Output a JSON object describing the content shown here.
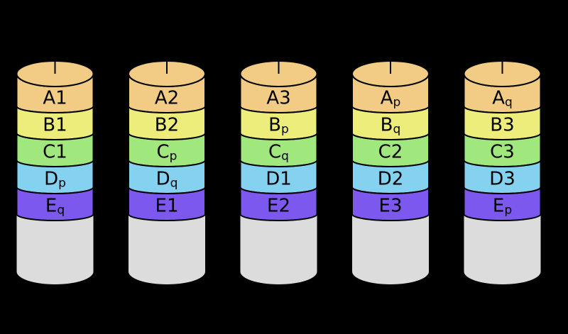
{
  "diagram": {
    "background_color": "#000000",
    "stroke_color": "#000000",
    "disk_body_color": "#DCDCDC",
    "row_colors": {
      "A": "#F2CC85",
      "B": "#EDED7B",
      "C": "#A0E87E",
      "D": "#85D2F0",
      "E": "#7D58EE"
    },
    "disks": [
      {
        "id": "disk-1",
        "stripes": [
          {
            "row": "A",
            "base": "A",
            "suffix": "1",
            "subscript": false,
            "label": "A1"
          },
          {
            "row": "B",
            "base": "B",
            "suffix": "1",
            "subscript": false,
            "label": "B1"
          },
          {
            "row": "C",
            "base": "C",
            "suffix": "1",
            "subscript": false,
            "label": "C1"
          },
          {
            "row": "D",
            "base": "D",
            "suffix": "p",
            "subscript": true,
            "label": "Dp"
          },
          {
            "row": "E",
            "base": "E",
            "suffix": "q",
            "subscript": true,
            "label": "Eq"
          }
        ]
      },
      {
        "id": "disk-2",
        "stripes": [
          {
            "row": "A",
            "base": "A",
            "suffix": "2",
            "subscript": false,
            "label": "A2"
          },
          {
            "row": "B",
            "base": "B",
            "suffix": "2",
            "subscript": false,
            "label": "B2"
          },
          {
            "row": "C",
            "base": "C",
            "suffix": "p",
            "subscript": true,
            "label": "Cp"
          },
          {
            "row": "D",
            "base": "D",
            "suffix": "q",
            "subscript": true,
            "label": "Dq"
          },
          {
            "row": "E",
            "base": "E",
            "suffix": "1",
            "subscript": false,
            "label": "E1"
          }
        ]
      },
      {
        "id": "disk-3",
        "stripes": [
          {
            "row": "A",
            "base": "A",
            "suffix": "3",
            "subscript": false,
            "label": "A3"
          },
          {
            "row": "B",
            "base": "B",
            "suffix": "p",
            "subscript": true,
            "label": "Bp"
          },
          {
            "row": "C",
            "base": "C",
            "suffix": "q",
            "subscript": true,
            "label": "Cq"
          },
          {
            "row": "D",
            "base": "D",
            "suffix": "1",
            "subscript": false,
            "label": "D1"
          },
          {
            "row": "E",
            "base": "E",
            "suffix": "2",
            "subscript": false,
            "label": "E2"
          }
        ]
      },
      {
        "id": "disk-4",
        "stripes": [
          {
            "row": "A",
            "base": "A",
            "suffix": "p",
            "subscript": true,
            "label": "Ap"
          },
          {
            "row": "B",
            "base": "B",
            "suffix": "q",
            "subscript": true,
            "label": "Bq"
          },
          {
            "row": "C",
            "base": "C",
            "suffix": "2",
            "subscript": false,
            "label": "C2"
          },
          {
            "row": "D",
            "base": "D",
            "suffix": "2",
            "subscript": false,
            "label": "D2"
          },
          {
            "row": "E",
            "base": "E",
            "suffix": "3",
            "subscript": false,
            "label": "E3"
          }
        ]
      },
      {
        "id": "disk-5",
        "stripes": [
          {
            "row": "A",
            "base": "A",
            "suffix": "q",
            "subscript": true,
            "label": "Aq"
          },
          {
            "row": "B",
            "base": "B",
            "suffix": "3",
            "subscript": false,
            "label": "B3"
          },
          {
            "row": "C",
            "base": "C",
            "suffix": "3",
            "subscript": false,
            "label": "C3"
          },
          {
            "row": "D",
            "base": "D",
            "suffix": "3",
            "subscript": false,
            "label": "D3"
          },
          {
            "row": "E",
            "base": "E",
            "suffix": "p",
            "subscript": true,
            "label": "Ep"
          }
        ]
      }
    ]
  }
}
